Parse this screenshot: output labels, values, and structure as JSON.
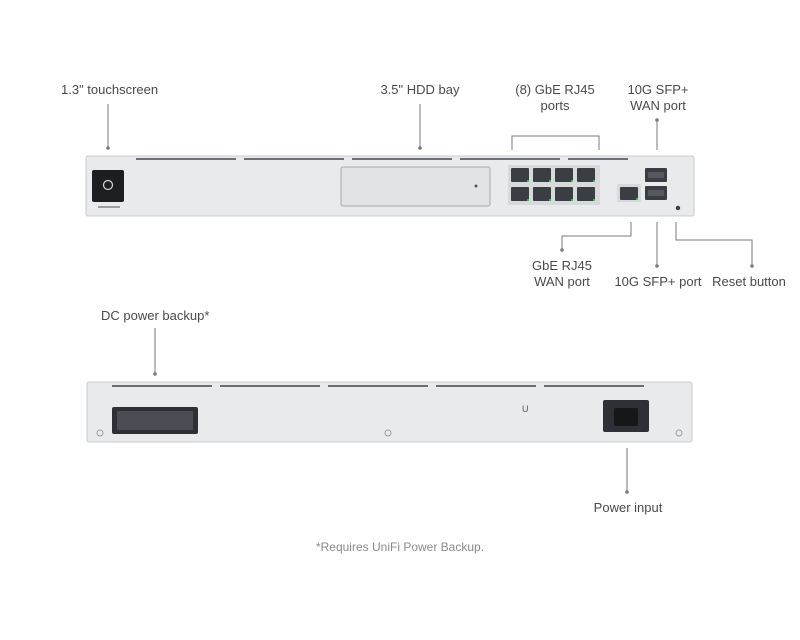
{
  "front_labels": {
    "touchscreen": "1.3\" touchscreen",
    "hdd_bay": "3.5\" HDD bay",
    "gbe_ports_line1": "(8) GbE RJ45",
    "gbe_ports_line2": "ports",
    "sfp_wan_line1": "10G SFP+",
    "sfp_wan_line2": "WAN port",
    "rj45_wan_line1": "GbE RJ45",
    "rj45_wan_line2": "WAN port",
    "sfp_port": "10G SFP+ port",
    "reset": "Reset button"
  },
  "rear_labels": {
    "dc_backup": "DC power backup*",
    "power_input": "Power input"
  },
  "footnote": "*Requires UniFi Power Backup.",
  "colors": {
    "chassis": "#e9eaec",
    "chassis_edge": "#c9cbce",
    "port": "#3a3d42",
    "led": "#37c24e",
    "callout": "#7a7a7a"
  }
}
